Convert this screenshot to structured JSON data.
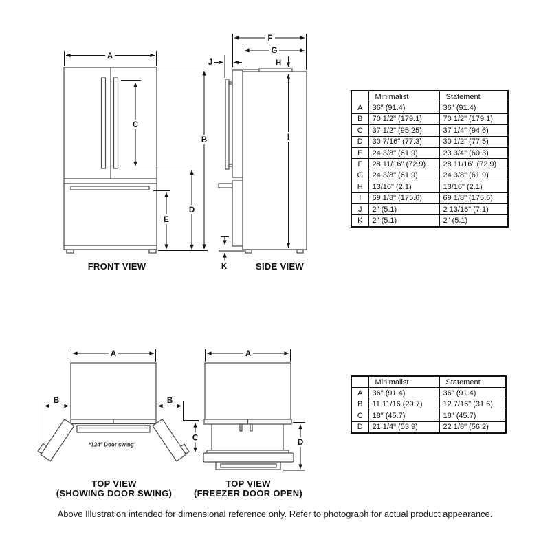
{
  "page": {
    "footer": "Above Illustration intended for dimensional reference only. Refer to photograph for actual product appearance."
  },
  "views": {
    "front": {
      "caption": "FRONT VIEW",
      "dims": {
        "a": "A",
        "b": "B",
        "c": "C",
        "d": "D",
        "e": "E"
      }
    },
    "side": {
      "caption": "SIDE VIEW",
      "dims": {
        "f": "F",
        "g": "G",
        "h": "H",
        "i": "I",
        "j": "J",
        "k": "K"
      }
    },
    "top_swing": {
      "caption_line1": "TOP VIEW",
      "caption_line2": "(SHOWING DOOR SWING)",
      "note": "*124° Door swing",
      "dims": {
        "a": "A",
        "b_left": "B",
        "b_right": "B",
        "c": "C"
      }
    },
    "top_freezer": {
      "caption_line1": "TOP VIEW",
      "caption_line2": "(FREEZER DOOR OPEN)",
      "dims": {
        "a": "A",
        "d": "D"
      }
    }
  },
  "tables": {
    "overall": {
      "headers": {
        "blank": "",
        "col1": "Minimalist",
        "col2": "Statement"
      },
      "rows": [
        {
          "key": "A",
          "minimalist": "36\" (91.4)",
          "statement": "36\" (91.4)"
        },
        {
          "key": "B",
          "minimalist": "70 1/2\" (179.1)",
          "statement": "70 1/2\" (179.1)"
        },
        {
          "key": "C",
          "minimalist": "37 1/2\" (95.25)",
          "statement": "37 1/4\" (94.6)"
        },
        {
          "key": "D",
          "minimalist": "30 7/16\" (77.3)",
          "statement": "30 1/2\" (77.5)"
        },
        {
          "key": "E",
          "minimalist": "24 3/8\" (61.9)",
          "statement": "23 3/4\" (60.3)"
        },
        {
          "key": "F",
          "minimalist": "28 11/16\" (72.9)",
          "statement": "28 11/16\" (72.9)"
        },
        {
          "key": "G",
          "minimalist": "24 3/8\" (61.9)",
          "statement": "24 3/8\" (61.9)"
        },
        {
          "key": "H",
          "minimalist": "13/16\" (2.1)",
          "statement": "13/16\" (2.1)"
        },
        {
          "key": "I",
          "minimalist": "69 1/8\" (175.6)",
          "statement": "69 1/8\" (175.6)"
        },
        {
          "key": "J",
          "minimalist": "2\" (5.1)",
          "statement": "2 13/16\" (7.1)"
        },
        {
          "key": "K",
          "minimalist": "2\" (5.1)",
          "statement": "2\" (5.1)"
        }
      ]
    },
    "top_view": {
      "headers": {
        "blank": "",
        "col1": "Minimalist",
        "col2": "Statement"
      },
      "rows": [
        {
          "key": "A",
          "minimalist": "36\" (91.4)",
          "statement": "36\" (91.4)"
        },
        {
          "key": "B",
          "minimalist": "11 11/16 (29.7)",
          "statement": "12 7/16\" (31.6)"
        },
        {
          "key": "C",
          "minimalist": "18\" (45.7)",
          "statement": "18\" (45.7)"
        },
        {
          "key": "D",
          "minimalist": "21 1/4\" (53.9)",
          "statement": "22 1/8\" (56.2)"
        }
      ]
    }
  },
  "colors": {
    "fixture_line": "#4a4a4a",
    "dimension_line": "#141414",
    "text": "#111111"
  }
}
